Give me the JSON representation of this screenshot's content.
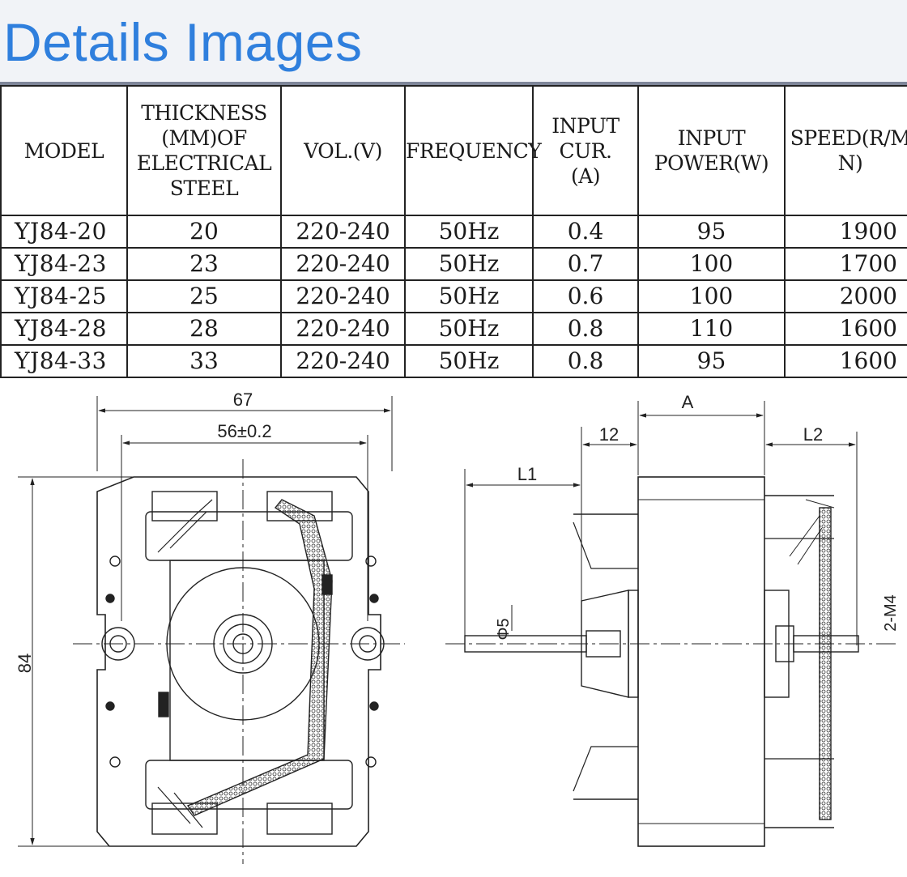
{
  "header": {
    "title": "Details Images"
  },
  "table": {
    "headers": [
      "MODEL",
      "THICKNESS (MM)OF ELECTRICAL STEEL",
      "VOL.(V)",
      "FREQUENCY",
      "INPUT CUR. (A)",
      "INPUT POWER(W)",
      "SPEED(R/M N)"
    ],
    "header_lines": [
      [
        "MODEL"
      ],
      [
        "THICKNESS",
        "(MM)OF",
        "ELECTRICAL",
        "STEEL"
      ],
      [
        "VOL.(V)"
      ],
      [
        "FREQUENCY"
      ],
      [
        "INPUT",
        "CUR.",
        "(A)"
      ],
      [
        "INPUT",
        "POWER(W)"
      ],
      [
        "SPEED(R/M",
        "N)"
      ]
    ],
    "rows": [
      [
        "YJ84-20",
        "20",
        "220-240",
        "50Hz",
        "0.4",
        "95",
        "1900"
      ],
      [
        "YJ84-23",
        "23",
        "220-240",
        "50Hz",
        "0.7",
        "100",
        "1700"
      ],
      [
        "YJ84-25",
        "25",
        "220-240",
        "50Hz",
        "0.6",
        "100",
        "2000"
      ],
      [
        "YJ84-28",
        "28",
        "220-240",
        "50Hz",
        "0.8",
        "110",
        "1600"
      ],
      [
        "YJ84-33",
        "33",
        "220-240",
        "50Hz",
        "0.8",
        "95",
        "1600"
      ]
    ]
  },
  "drawing": {
    "front": {
      "dim_width": "67",
      "dim_mount": "56±0.2",
      "dim_height": "84"
    },
    "side": {
      "dim_a": "A",
      "dim_12": "12",
      "dim_l1": "L1",
      "dim_l2": "L2",
      "dim_shaft": "Φ5",
      "dim_screw": "2-M4"
    }
  }
}
